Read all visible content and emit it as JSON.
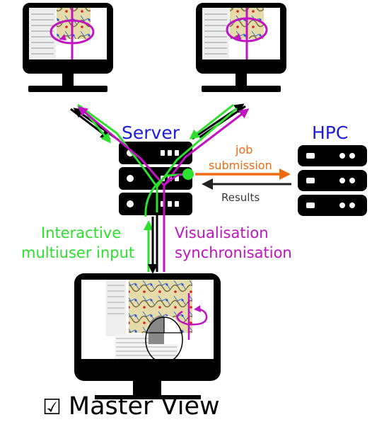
{
  "labels": {
    "server": "Server",
    "hpc": "HPC",
    "job_line1": "job",
    "job_line2": "submission",
    "results": "Results",
    "interactive_line1": "Interactive",
    "interactive_line2": "multiuser input",
    "visualisation_line1": "Visualisation",
    "visualisation_line2": "synchronisation",
    "master_view": "Master View"
  },
  "icons": {
    "master_check": "checkbox-checked-icon"
  },
  "colors": {
    "green_input": "#2ee02e",
    "magenta_sync": "#c113c1",
    "orange_job": "#f06a10",
    "blue_labels": "#1c1cd6",
    "black": "#000000"
  }
}
